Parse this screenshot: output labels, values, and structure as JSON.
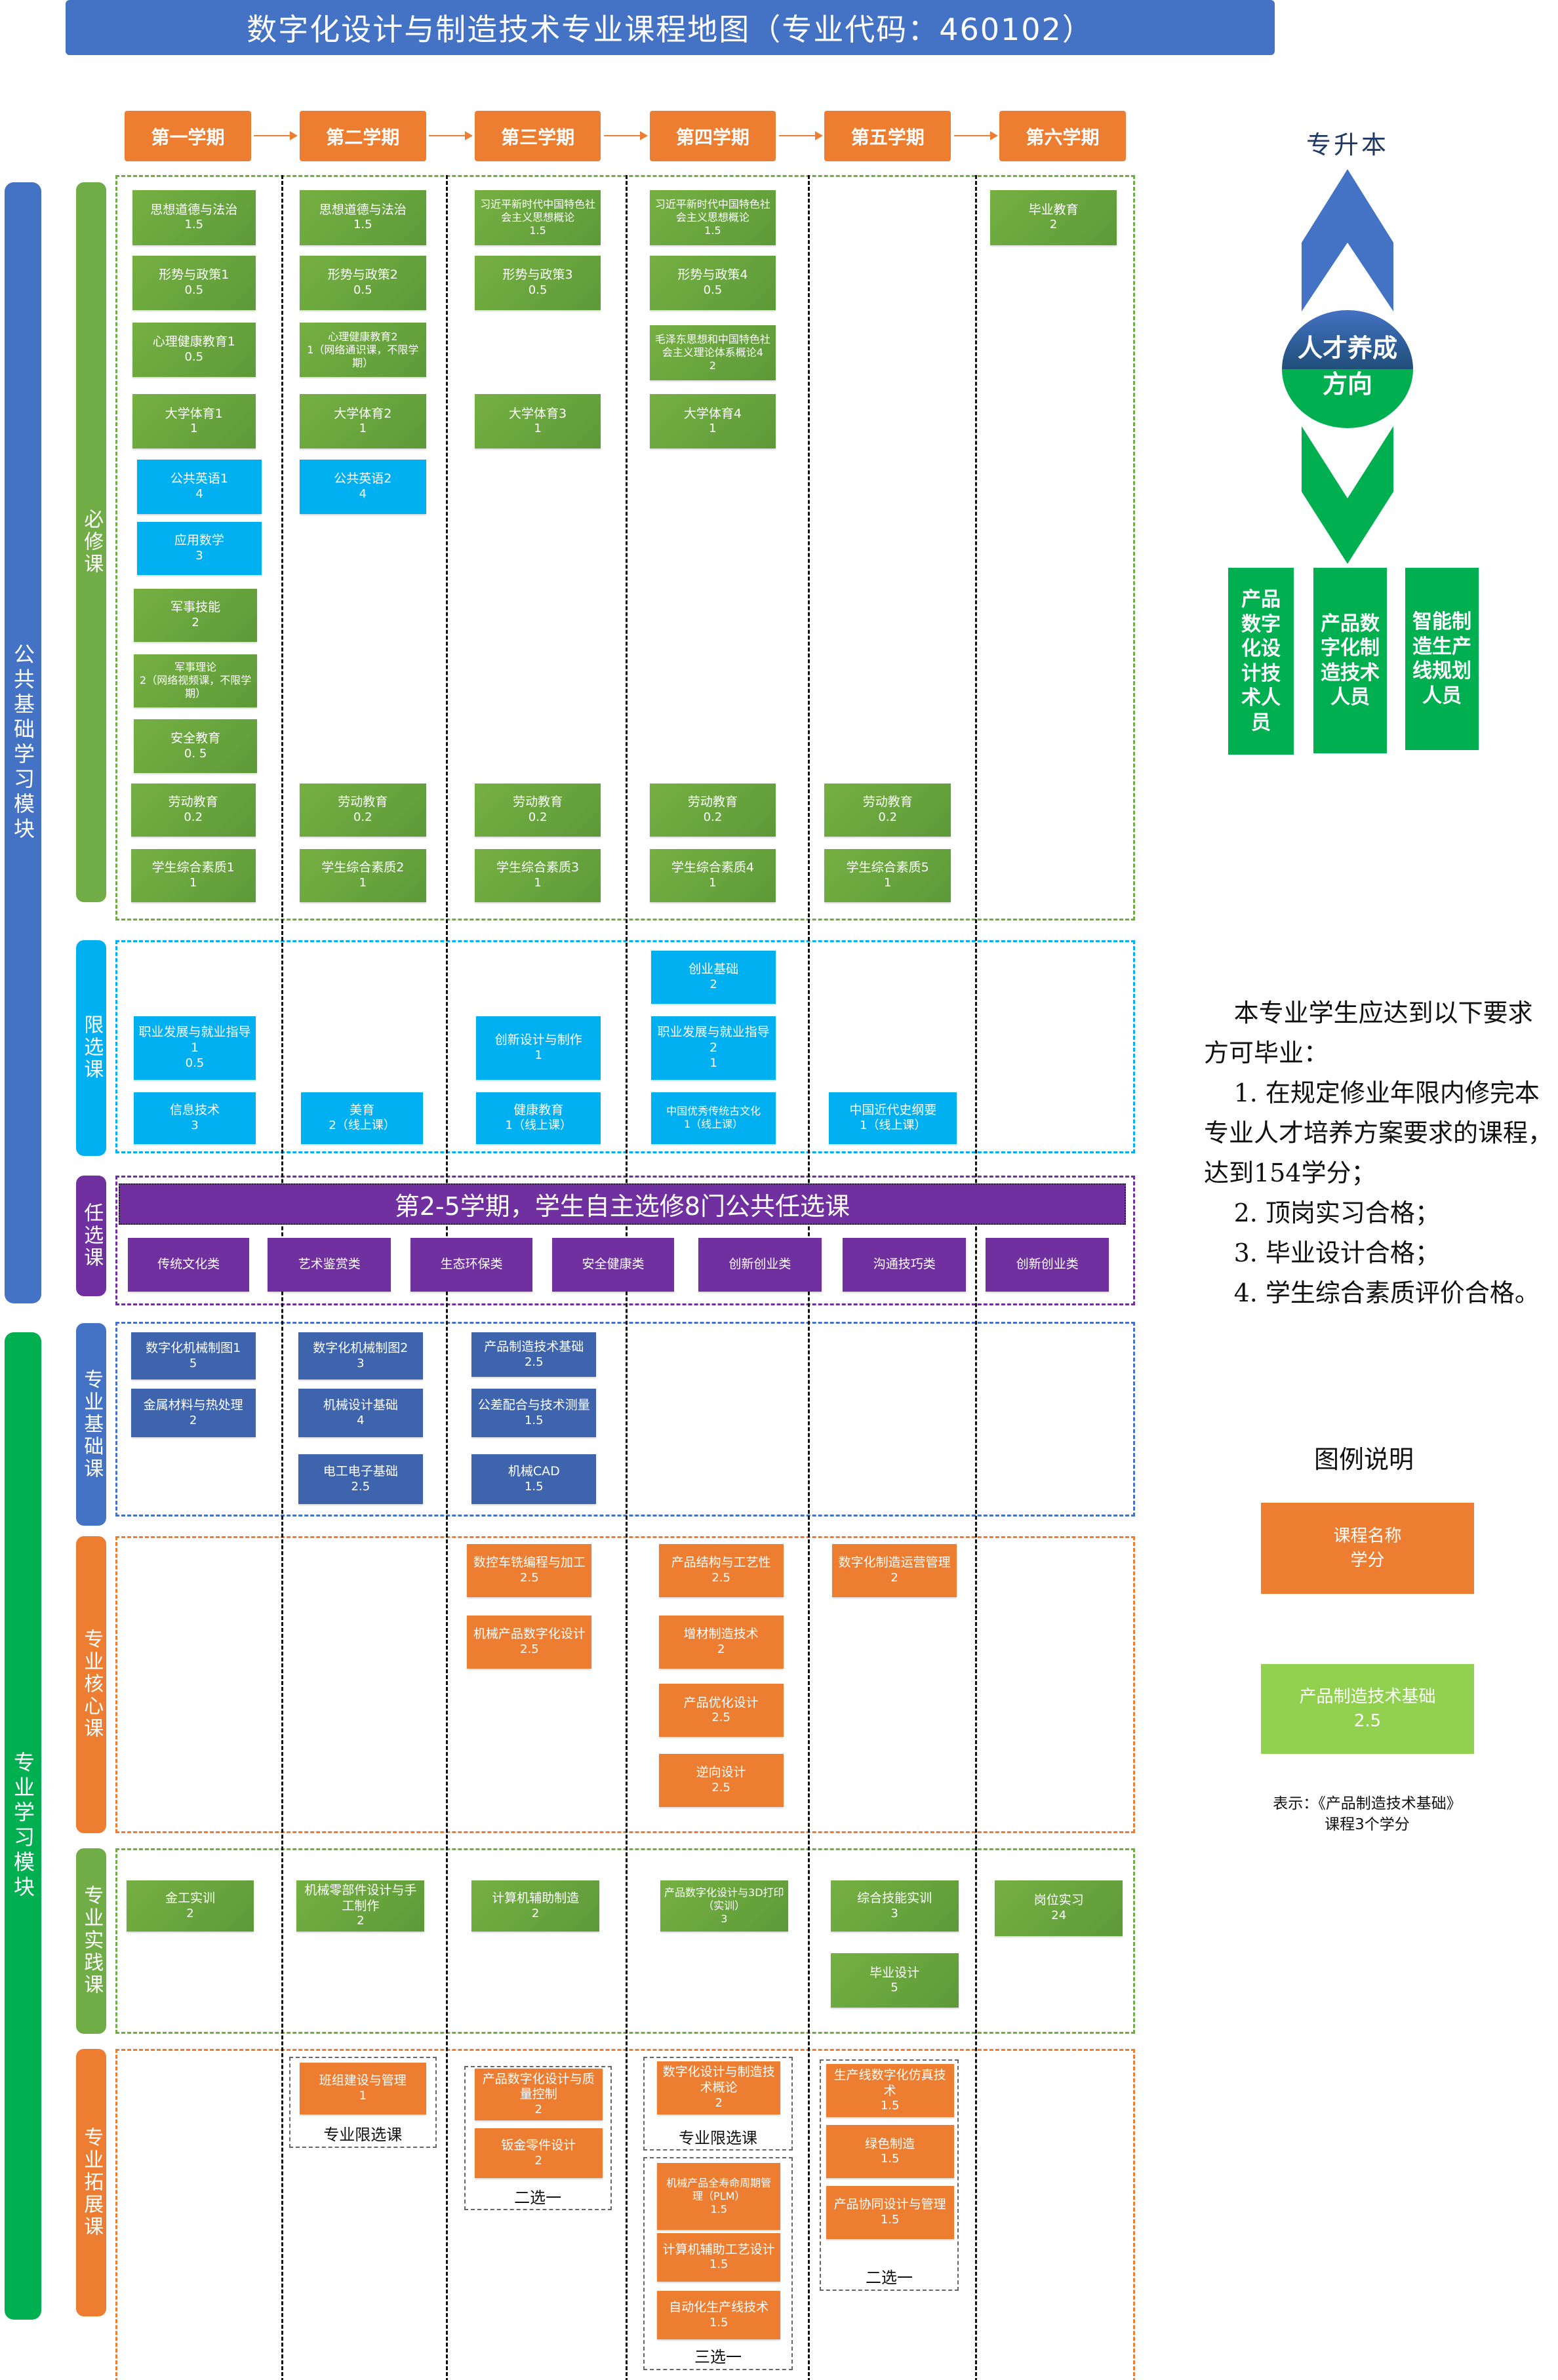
{
  "title": "数字化设计与制造技术专业课程地图（专业代码：460102）",
  "semesters": [
    "第一学期",
    "第二学期",
    "第三学期",
    "第四学期",
    "第五学期",
    "第六学期"
  ],
  "modules": {
    "public": "公共基础学习模块",
    "professional": "专业学习模块"
  },
  "colors": {
    "green": "#70ad47",
    "blue": "#00b0f0",
    "navy": "#4472c4",
    "orange": "#ed7d31",
    "purple": "#7030a0",
    "module_green": "#00b050"
  },
  "sections": [
    {
      "label": "必修课",
      "courses": [
        {
          "name": "思想道德与法治",
          "credit": "1.5"
        },
        {
          "name": "形势与政策1",
          "credit": "0.5"
        },
        {
          "name": "心理健康教育1",
          "credit": "0.5"
        },
        {
          "name": "大学体育1",
          "credit": "1"
        },
        {
          "name": "公共英语1",
          "credit": "4"
        },
        {
          "name": "应用数学",
          "credit": "3"
        },
        {
          "name": "军事技能",
          "credit": "2"
        },
        {
          "name": "军事理论",
          "credit": "2（网络视频课，不限学期）"
        },
        {
          "name": "安全教育",
          "credit": "0. 5"
        },
        {
          "name": "劳动教育",
          "credit": "0.2"
        },
        {
          "name": "学生综合素质1",
          "credit": "1"
        },
        {
          "name": "思想道德与法治",
          "credit": "1.5"
        },
        {
          "name": "形势与政策2",
          "credit": "0.5"
        },
        {
          "name": "心理健康教育2",
          "credit": "1（网络通识课，不限学期）"
        },
        {
          "name": "大学体育2",
          "credit": "1"
        },
        {
          "name": "公共英语2",
          "credit": "4"
        },
        {
          "name": "劳动教育",
          "credit": "0.2"
        },
        {
          "name": "学生综合素质2",
          "credit": "1"
        },
        {
          "name": "习近平新时代中国特色社会主义思想概论",
          "credit": "1.5"
        },
        {
          "name": "形势与政策3",
          "credit": "0.5"
        },
        {
          "name": "大学体育3",
          "credit": "1"
        },
        {
          "name": "劳动教育",
          "credit": "0.2"
        },
        {
          "name": "学生综合素质3",
          "credit": "1"
        },
        {
          "name": "习近平新时代中国特色社会主义思想概论",
          "credit": "1.5"
        },
        {
          "name": "形势与政策4",
          "credit": "0.5"
        },
        {
          "name": "毛泽东思想和中国特色社会主义理论体系概论4",
          "credit": "2"
        },
        {
          "name": "大学体育4",
          "credit": "1"
        },
        {
          "name": "劳动教育",
          "credit": "0.2"
        },
        {
          "name": "学生综合素质4",
          "credit": "1"
        },
        {
          "name": "劳动教育",
          "credit": "0.2"
        },
        {
          "name": "学生综合素质5",
          "credit": "1"
        },
        {
          "name": "毕业教育",
          "credit": "2"
        }
      ]
    },
    {
      "label": "限选课",
      "courses": [
        {
          "name": "职业发展与就业指导1",
          "credit": "0.5"
        },
        {
          "name": "信息技术",
          "credit": "3"
        },
        {
          "name": "美育",
          "credit": "2（线上课）"
        },
        {
          "name": "创新设计与制作",
          "credit": "1"
        },
        {
          "name": "健康教育",
          "credit": "1（线上课）"
        },
        {
          "name": "创业基础",
          "credit": "2"
        },
        {
          "name": "职业发展与就业指导2",
          "credit": "1"
        },
        {
          "name": "中国优秀传统古文化",
          "credit": "1（线上课）"
        },
        {
          "name": "中国近代史纲要",
          "credit": "1（线上课）"
        }
      ]
    },
    {
      "label": "任选课",
      "banner": "第2-5学期，学生自主选修8门公共任选课",
      "courses": [
        {
          "name": "传统文化类"
        },
        {
          "name": "艺术鉴赏类"
        },
        {
          "name": "生态环保类"
        },
        {
          "name": "安全健康类"
        },
        {
          "name": "创新创业类"
        },
        {
          "name": "沟通技巧类"
        },
        {
          "name": "创新创业类"
        }
      ]
    },
    {
      "label": "专业基础课",
      "courses": [
        {
          "name": "数字化机械制图1",
          "credit": "5"
        },
        {
          "name": "金属材料与热处理",
          "credit": "2"
        },
        {
          "name": "数字化机械制图2",
          "credit": "3"
        },
        {
          "name": "机械设计基础",
          "credit": "4"
        },
        {
          "name": "电工电子基础",
          "credit": "2.5"
        },
        {
          "name": "产品制造技术基础",
          "credit": "2.5"
        },
        {
          "name": "公差配合与技术测量",
          "credit": "1.5"
        },
        {
          "name": "机械CAD",
          "credit": "1.5"
        }
      ]
    },
    {
      "label": "专业核心课",
      "courses": [
        {
          "name": "数控车铣编程与加工",
          "credit": "2.5"
        },
        {
          "name": "机械产品数字化设计",
          "credit": "2.5"
        },
        {
          "name": "产品结构与工艺性",
          "credit": "2.5"
        },
        {
          "name": "增材制造技术",
          "credit": "2"
        },
        {
          "name": "产品优化设计",
          "credit": "2.5"
        },
        {
          "name": "逆向设计",
          "credit": "2.5"
        },
        {
          "name": "数字化制造运营管理",
          "credit": "2"
        }
      ]
    },
    {
      "label": "专业实践课",
      "courses": [
        {
          "name": "金工实训",
          "credit": "2"
        },
        {
          "name": "机械零部件设计与手工制作",
          "credit": "2"
        },
        {
          "name": "计算机辅助制造",
          "credit": "2"
        },
        {
          "name": "产品数字化设计与3D打印（实训）",
          "credit": "3"
        },
        {
          "name": "综合技能实训",
          "credit": "3"
        },
        {
          "name": "毕业设计",
          "credit": "5"
        },
        {
          "name": "岗位实习",
          "credit": "24"
        }
      ]
    },
    {
      "label": "专业拓展课",
      "courses": [
        {
          "name": "班组建设与管理",
          "credit": "1"
        },
        {
          "name": "产品数字化设计与质量控制",
          "credit": "2"
        },
        {
          "name": "钣金零件设计",
          "credit": "2"
        },
        {
          "name": "数字化设计与制造技术概论",
          "credit": "2"
        },
        {
          "name": "机械产品全寿命周期管理（PLM）",
          "credit": "1.5"
        },
        {
          "name": "计算机辅助工艺设计",
          "credit": "1.5"
        },
        {
          "name": "自动化生产线技术",
          "credit": "1.5"
        },
        {
          "name": "生产线数字化仿真技术",
          "credit": "1.5"
        },
        {
          "name": "绿色制造",
          "credit": "1.5"
        },
        {
          "name": "产品协同设计与管理",
          "credit": "1.5"
        }
      ],
      "groups": [
        "专业限选课",
        "二选一",
        "专业限选课",
        "三选一",
        "二选一"
      ]
    }
  ],
  "pathway": {
    "upgrade": "专升本",
    "center_top": "人才养成",
    "center_bottom": "方向",
    "roles": [
      "产品数字化设计技术人员",
      "产品数字化制造技术人员",
      "智能制造生产线规划人员"
    ]
  },
  "requirements": {
    "intro": "本专业学生应达到以下要求方可毕业：",
    "items": [
      "1. 在规定修业年限内修完本专业人才培养方案要求的课程，达到154学分；",
      "2. 顶岗实习合格；",
      "3. 毕业设计合格；",
      "4. 学生综合素质评价合格。"
    ]
  },
  "legend": {
    "title": "图例说明",
    "sample_name": "课程名称",
    "sample_credit": "学分",
    "example_name": "产品制造技术基础",
    "example_credit": "2.5",
    "note_line1": "表示：《产品制造技术基础》",
    "note_line2": "课程3个学分"
  }
}
